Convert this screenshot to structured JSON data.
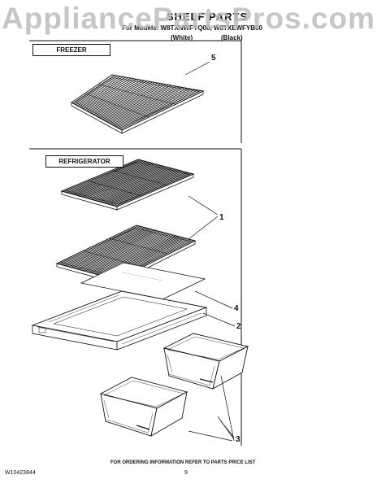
{
  "watermark": "AppliancePartsPros.com",
  "header": {
    "title": "SHELF PARTS",
    "models": "For Models: W8TXNWFYQ00, W8TXEWFYB00",
    "variant_white": "(White)",
    "variant_black": "(Black)"
  },
  "sections": {
    "freezer": "FREEZER",
    "refrigerator": "REFRIGERATOR"
  },
  "callouts": {
    "shelf_freezer": "5",
    "shelf_wire": "1",
    "glass_insert": "4",
    "crisper_cover": "2",
    "crisper_drawer": "3"
  },
  "footer": {
    "ordering_note": "FOR ORDERING INFORMATION REFER TO PARTS PRICE LIST",
    "doc_number": "W10423844",
    "page_number": "9"
  }
}
